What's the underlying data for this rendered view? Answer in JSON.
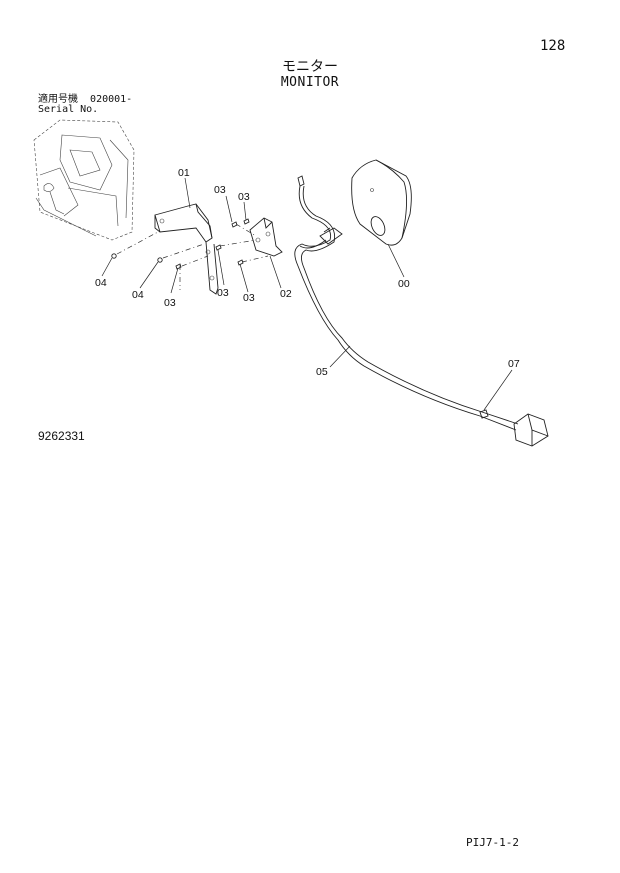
{
  "page_number": "128",
  "title_jp": "モニター",
  "title_en": "MONITOR",
  "serial": {
    "label_jp": "適用号機",
    "value": "020001-",
    "label_en": "Serial No."
  },
  "drawing_number": "9262331",
  "footer_code": "PIJ7-1-2",
  "callouts": {
    "c00": "00",
    "c01": "01",
    "c02": "02",
    "c03a": "03",
    "c03b": "03",
    "c03c": "03",
    "c03d": "03",
    "c03e": "03",
    "c04a": "04",
    "c04b": "04",
    "c05": "05",
    "c07": "07"
  }
}
